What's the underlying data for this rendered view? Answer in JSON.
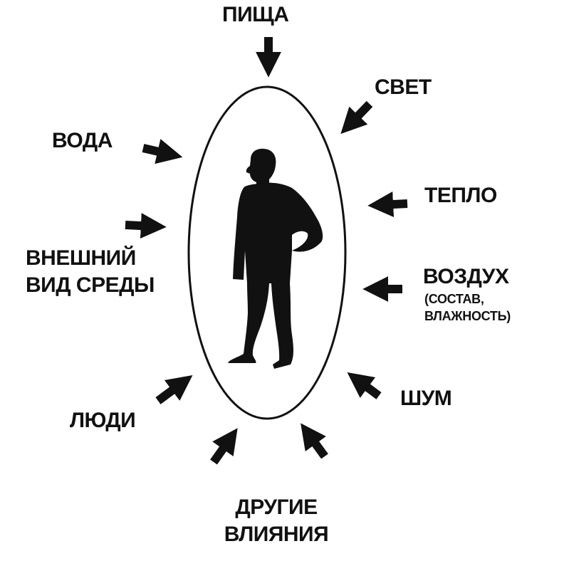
{
  "labels": {
    "food": "ПИЩА",
    "light": "СВЕТ",
    "water": "ВОДА",
    "heat": "ТЕПЛО",
    "appearance_line1": "ВНЕШНИЙ",
    "appearance_line2": "ВИД СРЕДЫ",
    "air": "ВОЗДУХ",
    "air_detail_line1": "(СОСТАВ,",
    "air_detail_line2": "ВЛАЖНОСТЬ)",
    "noise": "ШУМ",
    "people": "ЛЮДИ",
    "other_line1": "ДРУГИЕ",
    "other_line2": "ВЛИЯНИЯ"
  },
  "colors": {
    "ink": "#111111",
    "background": "#ffffff"
  }
}
